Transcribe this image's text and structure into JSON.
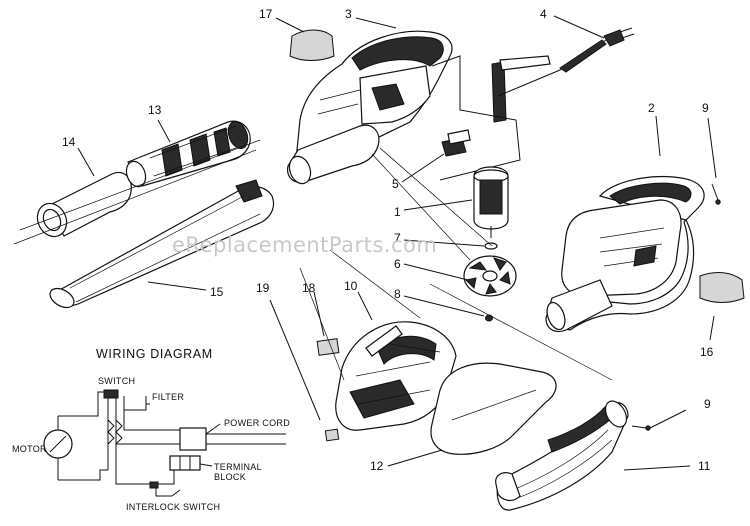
{
  "watermark": "eReplacementParts.com",
  "parts": {
    "p1": "1",
    "p2": "2",
    "p3": "3",
    "p4": "4",
    "p5": "5",
    "p6": "6",
    "p7": "7",
    "p8": "8",
    "p9a": "9",
    "p9b": "9",
    "p10": "10",
    "p11": "11",
    "p12": "12",
    "p13": "13",
    "p14": "14",
    "p15": "15",
    "p16": "16",
    "p17": "17",
    "p18": "18",
    "p19": "19"
  },
  "wiring": {
    "title": "WIRING DIAGRAM",
    "switch": "SWITCH",
    "filter": "FILTER",
    "power_cord": "POWER CORD",
    "terminal": "TERMINAL",
    "block": "BLOCK",
    "motor": "MOTOR",
    "interlock_switch": "INTERLOCK SWITCH"
  },
  "colors": {
    "line": "#111111",
    "watermark": "#c8c8c8",
    "background": "#ffffff"
  }
}
